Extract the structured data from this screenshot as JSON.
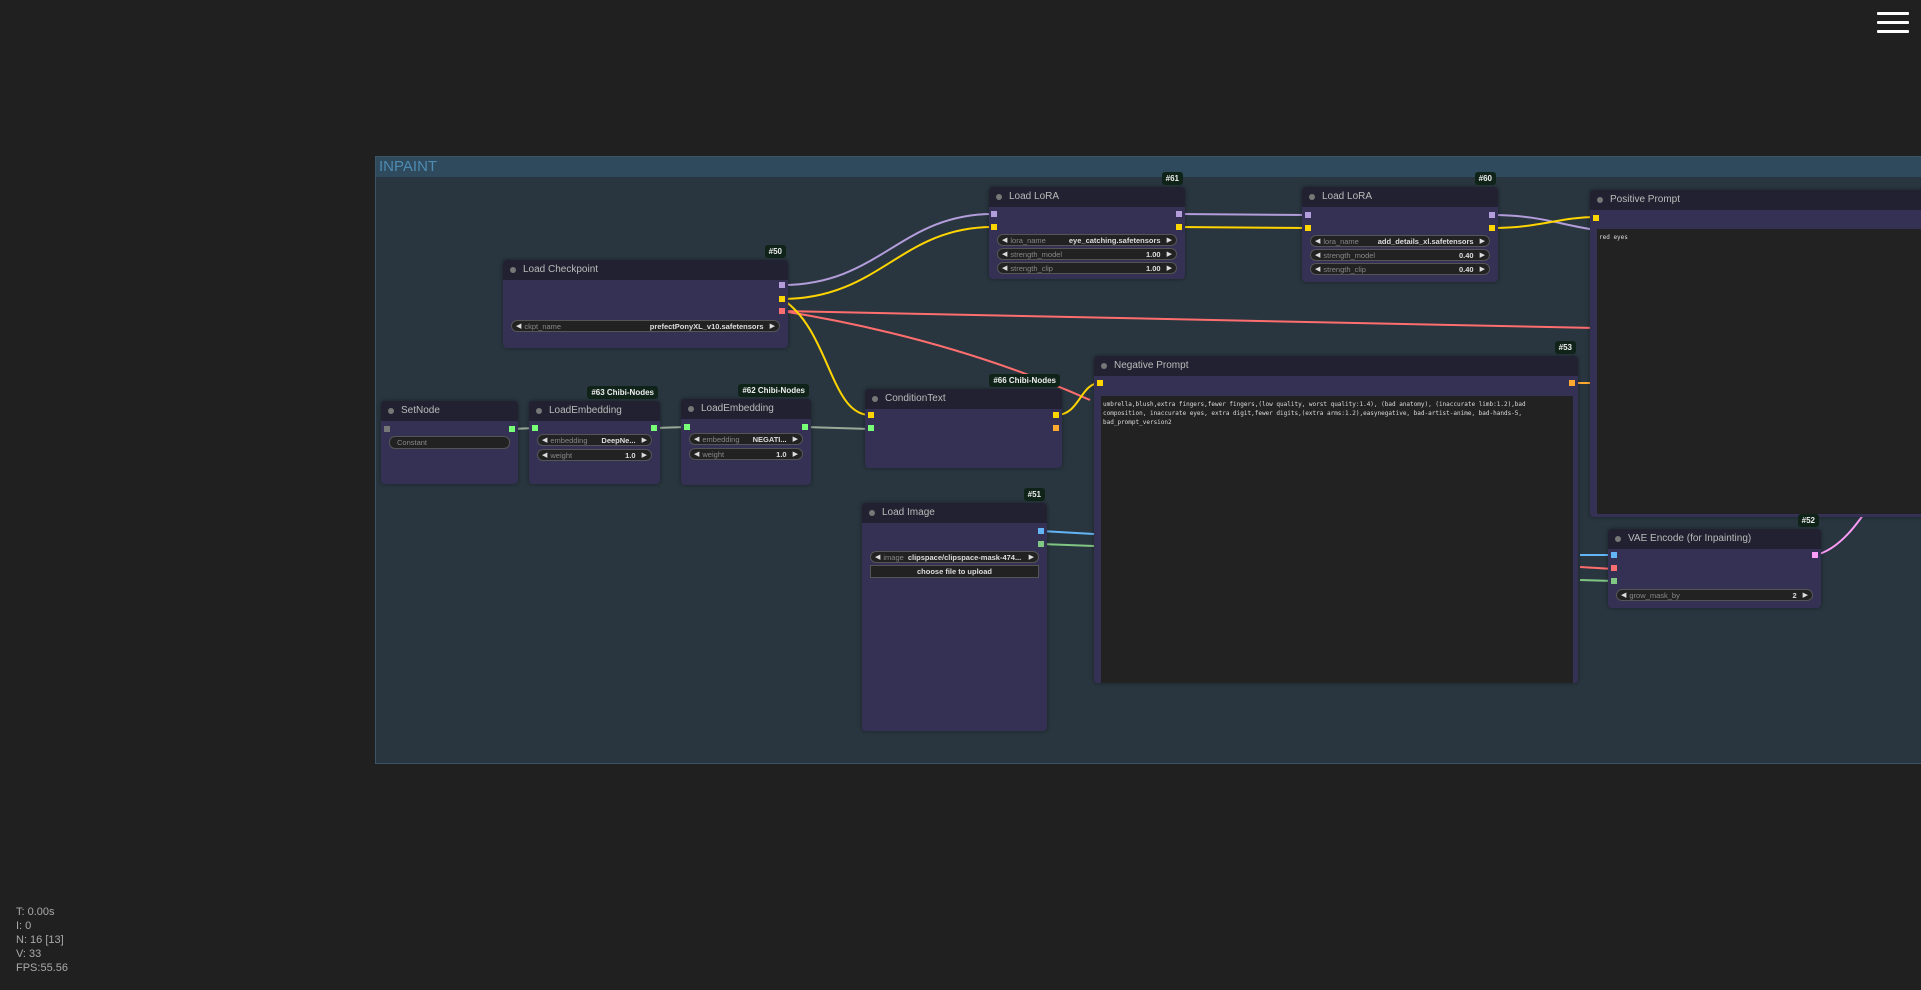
{
  "group": {
    "title": "INPAINT"
  },
  "nodes": {
    "checkpoint": {
      "title": "Load Checkpoint",
      "badge": "#50",
      "ckpt_label": "ckpt_name",
      "ckpt_value": "prefectPonyXL_v10.safetensors"
    },
    "lora61": {
      "title": "Load LoRA",
      "badge": "#61",
      "lora_label": "lora_name",
      "lora_value": "eye_catching.safetensors",
      "sm_label": "strength_model",
      "sm_value": "1.00",
      "sc_label": "strength_clip",
      "sc_value": "1.00"
    },
    "lora60": {
      "title": "Load LoRA",
      "badge": "#60",
      "lora_label": "lora_name",
      "lora_value": "add_details_xl.safetensors",
      "sm_label": "strength_model",
      "sm_value": "0.40",
      "sc_label": "strength_clip",
      "sc_value": "0.40"
    },
    "positive": {
      "title": "Positive Prompt",
      "text": "red eyes"
    },
    "negative": {
      "title": "Negative Prompt",
      "badge": "#53",
      "text": "umbrella,blush,extra fingers,fewer fingers,(low quality, worst quality:1.4), (bad anatomy), (inaccurate limb:1.2),bad composition, inaccurate eyes, extra digit,fewer digits,(extra arms:1.2),easynegative,  bad-artist-anime, bad-hands-5, bad_prompt_version2"
    },
    "setnode": {
      "title": "SetNode",
      "constant_placeholder": "Constant"
    },
    "embed63": {
      "title": "LoadEmbedding",
      "badge": "#63 Chibi-Nodes",
      "emb_label": "embedding",
      "emb_value": "DeepNe...",
      "w_label": "weight",
      "w_value": "1.0"
    },
    "embed62": {
      "title": "LoadEmbedding",
      "badge": "#62 Chibi-Nodes",
      "emb_label": "embedding",
      "emb_value": "NEGATI...",
      "w_label": "weight",
      "w_value": "1.0"
    },
    "condition": {
      "title": "ConditionText",
      "badge": "#66 Chibi-Nodes"
    },
    "loadimage": {
      "title": "Load Image",
      "badge": "#51",
      "img_label": "image",
      "img_value": "clipspace/clipspace-mask-474...",
      "upload_label": "choose file to upload"
    },
    "vae": {
      "title": "VAE Encode (for Inpainting)",
      "badge": "#52",
      "grow_label": "grow_mask_by",
      "grow_value": "2"
    }
  },
  "stats": {
    "t": "T: 0.00s",
    "i": "I: 0",
    "n": "N: 16 [13]",
    "v": "V: 33",
    "fps": "FPS:55.56"
  },
  "colors": {
    "model": "#b39ddb",
    "clip": "#ffd500",
    "vae": "#ff6e6e",
    "conditioning": "#ffa931",
    "image": "#64b5f6",
    "mask": "#81c784",
    "latent": "#ff9cf9",
    "string": "#77ff77"
  }
}
